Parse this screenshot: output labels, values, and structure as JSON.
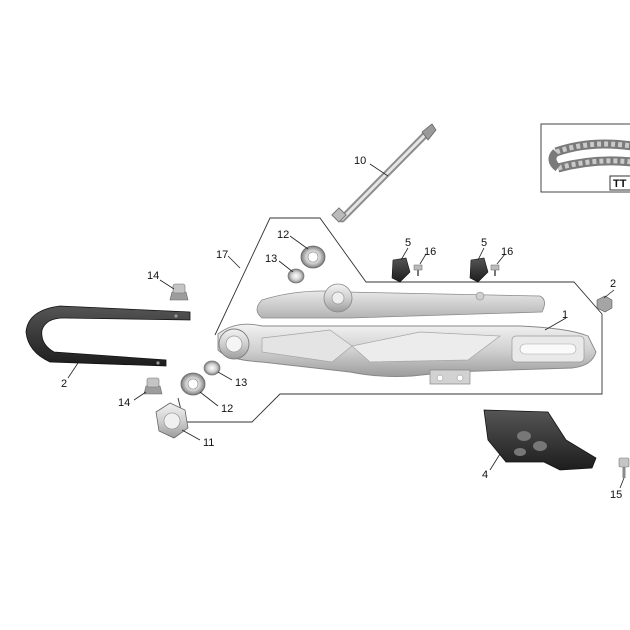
{
  "callouts": {
    "c1": "1",
    "c2_left": "2",
    "c2_right": "2",
    "c4": "4",
    "c5_a": "5",
    "c5_b": "5",
    "c10": "10",
    "c11": "11",
    "c12_top": "12",
    "c12_bottom": "12",
    "c13_top": "13",
    "c13_bottom": "13",
    "c14_top": "14",
    "c14_bottom": "14",
    "c15": "15",
    "c16_a": "16",
    "c16_b": "16",
    "c17": "17"
  },
  "inset_label": "TT",
  "colors": {
    "aluminum": "#d6d6d6",
    "aluminum_dark": "#a9a9a9",
    "black_part": "#2b2b2b",
    "line": "#222222"
  }
}
